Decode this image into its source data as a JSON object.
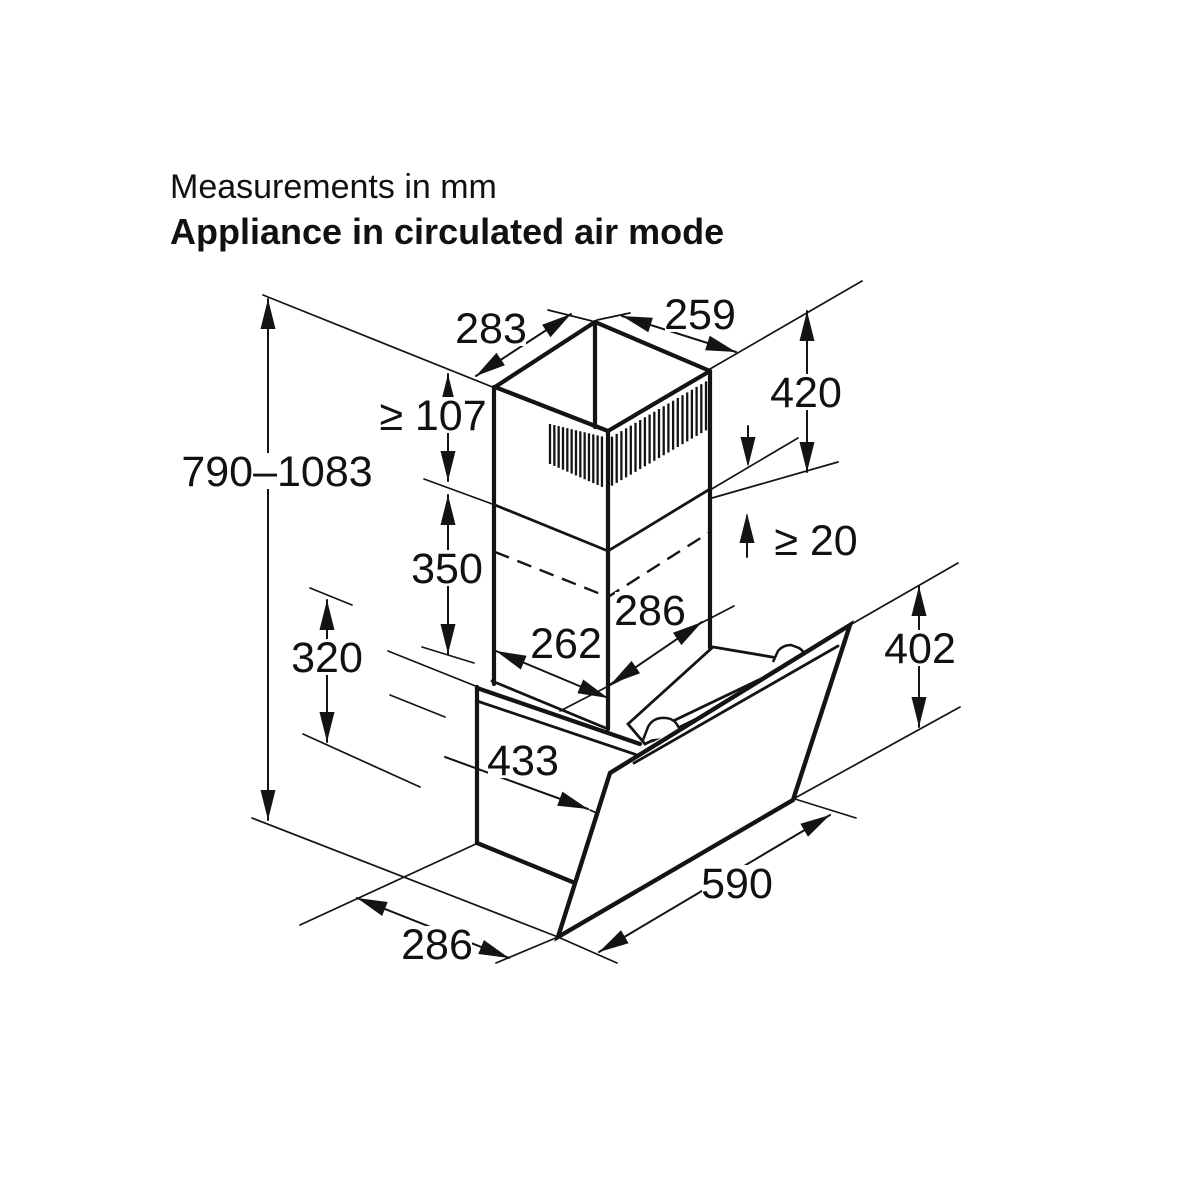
{
  "title": {
    "line1": "Measurements in mm",
    "line2": "Appliance in circulated air mode"
  },
  "dimensions": {
    "chimney_top_width_left": "283",
    "chimney_top_width_right": "259",
    "wall_height_range": "790–1083",
    "chimney_upper_min_height": "≥ 107",
    "chimney_lower_height": "350",
    "body_height": "320",
    "upper_section_height": "420",
    "min_clearance": "≥ 20",
    "glass_panel_height": "402",
    "chimney_depth_right": "286",
    "chimney_depth_left": "262",
    "body_depth": "433",
    "appliance_width": "590",
    "wall_depth": "286"
  }
}
